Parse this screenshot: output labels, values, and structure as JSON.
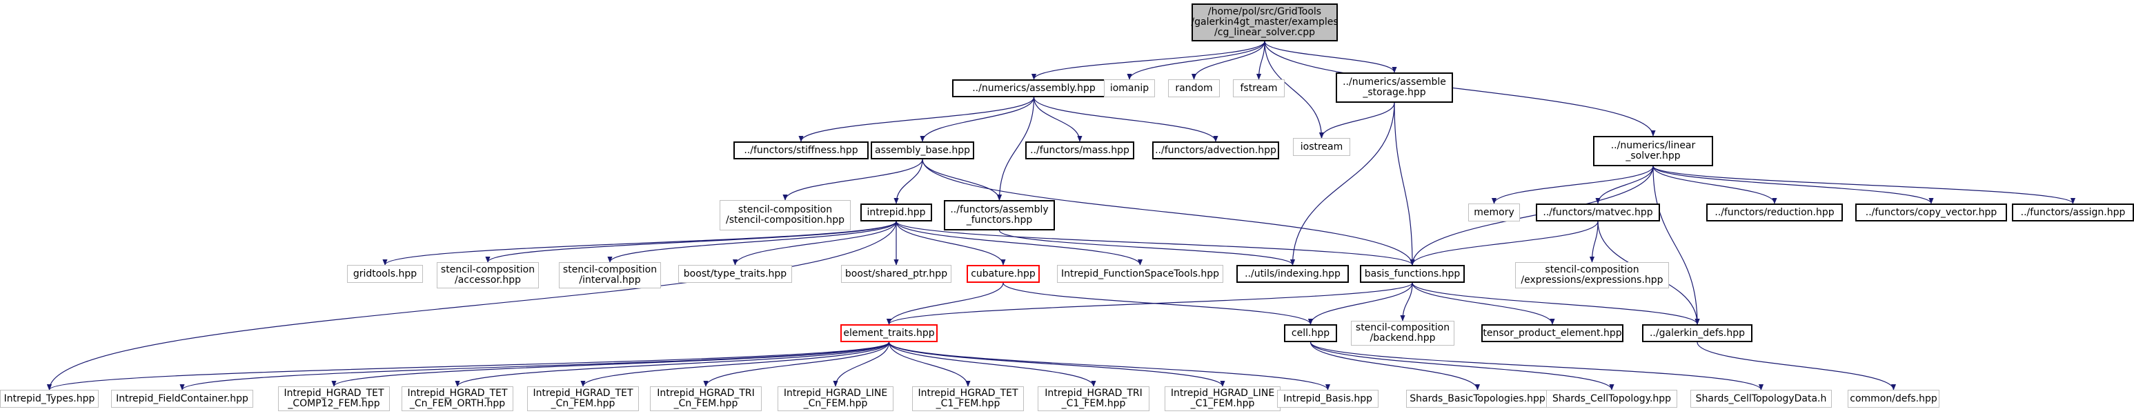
{
  "graph": {
    "edge_color": "#191970",
    "nodes": [
      {
        "id": "root",
        "label": "/home/pol/src/GridTools\n/galerkin4gt_master/examples\n/cg_linear_solver.cpp",
        "style": "root"
      },
      {
        "id": "assembly",
        "label": "../numerics/assembly.hpp",
        "style": "doc"
      },
      {
        "id": "iomanip",
        "label": "iomanip",
        "style": "ext"
      },
      {
        "id": "random",
        "label": "random",
        "style": "ext"
      },
      {
        "id": "fstream",
        "label": "fstream",
        "style": "ext"
      },
      {
        "id": "assemble_storage",
        "label": "../numerics/assemble\n_storage.hpp",
        "style": "doc"
      },
      {
        "id": "iostream",
        "label": "iostream",
        "style": "ext"
      },
      {
        "id": "linear_solver",
        "label": "../numerics/linear\n_solver.hpp",
        "style": "doc"
      },
      {
        "id": "stiffness",
        "label": "../functors/stiffness.hpp",
        "style": "doc"
      },
      {
        "id": "assembly_base",
        "label": "assembly_base.hpp",
        "style": "doc"
      },
      {
        "id": "mass",
        "label": "../functors/mass.hpp",
        "style": "doc"
      },
      {
        "id": "advection",
        "label": "../functors/advection.hpp",
        "style": "doc"
      },
      {
        "id": "stencil_comp",
        "label": "stencil-composition\n/stencil-composition.hpp",
        "style": "ext"
      },
      {
        "id": "intrepid",
        "label": "intrepid.hpp",
        "style": "doc"
      },
      {
        "id": "assembly_functors",
        "label": "../functors/assembly\n_functors.hpp",
        "style": "doc"
      },
      {
        "id": "memory",
        "label": "memory",
        "style": "ext"
      },
      {
        "id": "matvec",
        "label": "../functors/matvec.hpp",
        "style": "doc"
      },
      {
        "id": "reduction",
        "label": "../functors/reduction.hpp",
        "style": "doc"
      },
      {
        "id": "copy_vector",
        "label": "../functors/copy_vector.hpp",
        "style": "doc"
      },
      {
        "id": "assign",
        "label": "../functors/assign.hpp",
        "style": "doc"
      },
      {
        "id": "gridtools",
        "label": "gridtools.hpp",
        "style": "ext"
      },
      {
        "id": "accessor",
        "label": "stencil-composition\n/accessor.hpp",
        "style": "ext"
      },
      {
        "id": "interval",
        "label": "stencil-composition\n/interval.hpp",
        "style": "ext"
      },
      {
        "id": "type_traits",
        "label": "boost/type_traits.hpp",
        "style": "ext"
      },
      {
        "id": "shared_ptr",
        "label": "boost/shared_ptr.hpp",
        "style": "ext"
      },
      {
        "id": "cubature",
        "label": "cubature.hpp",
        "style": "missing"
      },
      {
        "id": "fspace_tools",
        "label": "Intrepid_FunctionSpaceTools.hpp",
        "style": "ext"
      },
      {
        "id": "indexing",
        "label": "../utils/indexing.hpp",
        "style": "doc"
      },
      {
        "id": "basis_functions",
        "label": "basis_functions.hpp",
        "style": "doc"
      },
      {
        "id": "expressions",
        "label": "stencil-composition\n/expressions/expressions.hpp",
        "style": "ext"
      },
      {
        "id": "element_traits",
        "label": "element_traits.hpp",
        "style": "missing"
      },
      {
        "id": "cell",
        "label": "cell.hpp",
        "style": "doc"
      },
      {
        "id": "backend",
        "label": "stencil-composition\n/backend.hpp",
        "style": "ext"
      },
      {
        "id": "tensor_product",
        "label": "tensor_product_element.hpp",
        "style": "doc"
      },
      {
        "id": "galerkin_defs",
        "label": "../galerkin_defs.hpp",
        "style": "doc"
      },
      {
        "id": "intrepid_types",
        "label": "Intrepid_Types.hpp",
        "style": "ext"
      },
      {
        "id": "field_container",
        "label": "Intrepid_FieldContainer.hpp",
        "style": "ext"
      },
      {
        "id": "hgrad_tet_comp12",
        "label": "Intrepid_HGRAD_TET\n_COMP12_FEM.hpp",
        "style": "ext"
      },
      {
        "id": "hgrad_tet_cn_orth",
        "label": "Intrepid_HGRAD_TET\n_Cn_FEM_ORTH.hpp",
        "style": "ext"
      },
      {
        "id": "hgrad_tet_cn",
        "label": "Intrepid_HGRAD_TET\n_Cn_FEM.hpp",
        "style": "ext"
      },
      {
        "id": "hgrad_tri_cn",
        "label": "Intrepid_HGRAD_TRI\n_Cn_FEM.hpp",
        "style": "ext"
      },
      {
        "id": "hgrad_line_cn",
        "label": "Intrepid_HGRAD_LINE\n_Cn_FEM.hpp",
        "style": "ext"
      },
      {
        "id": "hgrad_tet_c1",
        "label": "Intrepid_HGRAD_TET\n_C1_FEM.hpp",
        "style": "ext"
      },
      {
        "id": "hgrad_tri_c1",
        "label": "Intrepid_HGRAD_TRI\n_C1_FEM.hpp",
        "style": "ext"
      },
      {
        "id": "hgrad_line_c1",
        "label": "Intrepid_HGRAD_LINE\n_C1_FEM.hpp",
        "style": "ext"
      },
      {
        "id": "intrepid_basis",
        "label": "Intrepid_Basis.hpp",
        "style": "ext"
      },
      {
        "id": "basic_topologies",
        "label": "Shards_BasicTopologies.hpp",
        "style": "ext"
      },
      {
        "id": "cell_topology",
        "label": "Shards_CellTopology.hpp",
        "style": "ext"
      },
      {
        "id": "cell_topology_data",
        "label": "Shards_CellTopologyData.h",
        "style": "ext"
      },
      {
        "id": "common_defs",
        "label": "common/defs.hpp",
        "style": "ext"
      }
    ],
    "edges": [
      [
        "root",
        "assembly"
      ],
      [
        "root",
        "iomanip"
      ],
      [
        "root",
        "random"
      ],
      [
        "root",
        "fstream"
      ],
      [
        "root",
        "assemble_storage"
      ],
      [
        "root",
        "iostream"
      ],
      [
        "root",
        "linear_solver"
      ],
      [
        "assembly",
        "stiffness"
      ],
      [
        "assembly",
        "assembly_base"
      ],
      [
        "assembly",
        "mass"
      ],
      [
        "assembly",
        "advection"
      ],
      [
        "assembly",
        "assembly_functors"
      ],
      [
        "assembly_base",
        "stencil_comp"
      ],
      [
        "assembly_base",
        "intrepid"
      ],
      [
        "assembly_base",
        "assembly_functors"
      ],
      [
        "assembly_base",
        "basis_functions"
      ],
      [
        "assemble_storage",
        "iostream"
      ],
      [
        "assemble_storage",
        "indexing"
      ],
      [
        "assemble_storage",
        "basis_functions"
      ],
      [
        "linear_solver",
        "basis_functions"
      ],
      [
        "linear_solver",
        "memory"
      ],
      [
        "linear_solver",
        "matvec"
      ],
      [
        "linear_solver",
        "reduction"
      ],
      [
        "linear_solver",
        "copy_vector"
      ],
      [
        "linear_solver",
        "assign"
      ],
      [
        "linear_solver",
        "galerkin_defs"
      ],
      [
        "assembly_functors",
        "indexing"
      ],
      [
        "intrepid",
        "gridtools"
      ],
      [
        "intrepid",
        "accessor"
      ],
      [
        "intrepid",
        "interval"
      ],
      [
        "intrepid",
        "type_traits"
      ],
      [
        "intrepid",
        "shared_ptr"
      ],
      [
        "intrepid",
        "cubature"
      ],
      [
        "intrepid",
        "fspace_tools"
      ],
      [
        "intrepid",
        "basis_functions"
      ],
      [
        "intrepid",
        "intrepid_types"
      ],
      [
        "matvec",
        "basis_functions"
      ],
      [
        "matvec",
        "expressions"
      ],
      [
        "matvec",
        "galerkin_defs"
      ],
      [
        "cubature",
        "element_traits"
      ],
      [
        "cubature",
        "cell"
      ],
      [
        "basis_functions",
        "element_traits"
      ],
      [
        "basis_functions",
        "cell"
      ],
      [
        "basis_functions",
        "backend"
      ],
      [
        "basis_functions",
        "tensor_product"
      ],
      [
        "basis_functions",
        "galerkin_defs"
      ],
      [
        "element_traits",
        "intrepid_types"
      ],
      [
        "element_traits",
        "field_container"
      ],
      [
        "element_traits",
        "hgrad_tet_comp12"
      ],
      [
        "element_traits",
        "hgrad_tet_cn_orth"
      ],
      [
        "element_traits",
        "hgrad_tet_cn"
      ],
      [
        "element_traits",
        "hgrad_tri_cn"
      ],
      [
        "element_traits",
        "hgrad_line_cn"
      ],
      [
        "element_traits",
        "hgrad_tet_c1"
      ],
      [
        "element_traits",
        "hgrad_tri_c1"
      ],
      [
        "element_traits",
        "hgrad_line_c1"
      ],
      [
        "element_traits",
        "intrepid_basis"
      ],
      [
        "cell",
        "basic_topologies"
      ],
      [
        "cell",
        "cell_topology"
      ],
      [
        "cell",
        "cell_topology_data"
      ],
      [
        "galerkin_defs",
        "common_defs"
      ]
    ]
  }
}
